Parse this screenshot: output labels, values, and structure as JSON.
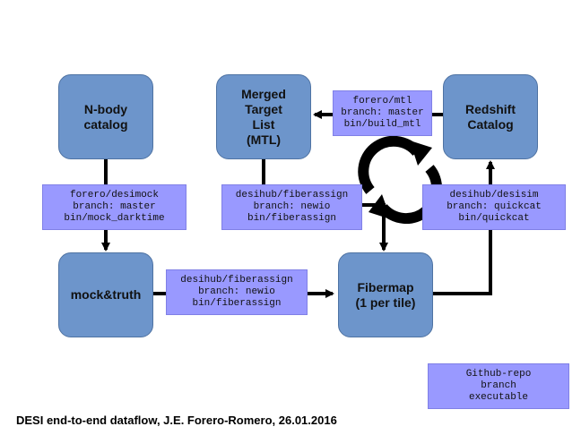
{
  "nodes": {
    "nbody": "N-body\ncatalog",
    "mtl": "Merged\nTarget\nList\n(MTL)",
    "redshift": "Redshift\nCatalog",
    "mocktruth": "mock&truth",
    "fibermap": "Fibermap\n(1 per tile)"
  },
  "repos": {
    "mtl": "forero/mtl\nbranch: master\nbin/build_mtl",
    "desimock": "forero/desimock\nbranch: master\nbin/mock_darktime",
    "fiberassign_top": "desihub/fiberassign\nbranch: newio\nbin/fiberassign",
    "desisim": "desihub/desisim\nbranch: quickcat\nbin/quickcat",
    "fiberassign_bottom": "desihub/fiberassign\nbranch: newio\nbin/fiberassign",
    "legend": "Github-repo\nbranch\nexecutable"
  },
  "caption": "DESI end-to-end dataflow, J.E. Forero-Romero, 26.01.2016",
  "colors": {
    "node_fill": "#6d95cb",
    "repo_fill": "#9999ff",
    "arrow": "#000000"
  }
}
